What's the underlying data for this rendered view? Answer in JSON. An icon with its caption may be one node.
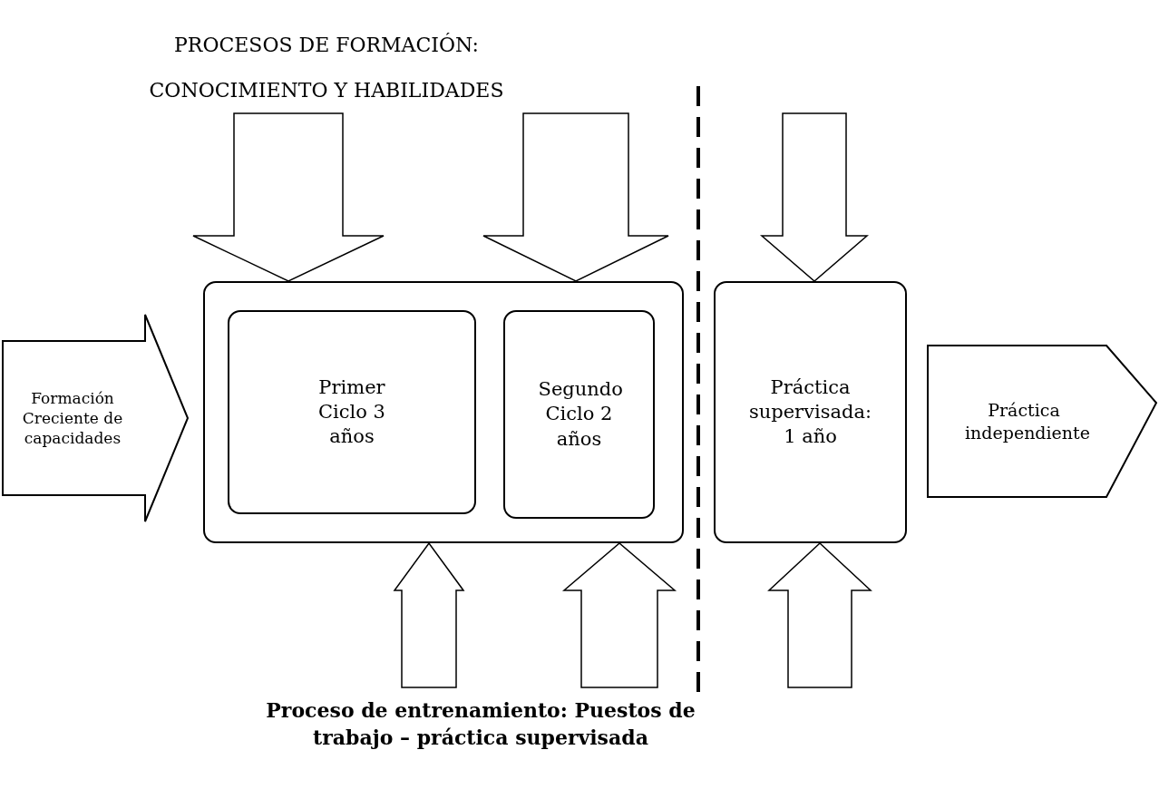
{
  "diagram": {
    "title": "PROCESOS DE FORMACIÓN: CONOCIMIENTO Y HABILIDADES",
    "caption": "Proceso de entrenamiento: Puestos de trabajo – práctica supervisada",
    "nodes": [
      {
        "text": [
          "Formación Creciente de capacidades"
        ]
      },
      {
        "text": [],
        "shape": "box"
      },
      {
        "text": [
          "Primer Ciclo 3 años"
        ],
        "in": 1
      },
      {
        "text": [
          "Segundo Ciclo 2 años"
        ],
        "in": 1
      },
      {
        "text": [
          "Práctica supervisada: 1 año"
        ]
      },
      {
        "text": [
          "Práctica independiente"
        ]
      }
    ],
    "edges": [
      {
        "from": null,
        "to": 1,
        "arrow": "to"
      },
      {
        "from": null,
        "to": 1,
        "arrow": "to"
      },
      {
        "from": null,
        "to": 4,
        "arrow": "to"
      },
      {
        "from": null,
        "to": 1,
        "arrow": "to"
      },
      {
        "from": null,
        "to": 1,
        "arrow": "to"
      },
      {
        "from": null,
        "to": 4,
        "arrow": "to"
      }
    ]
  }
}
